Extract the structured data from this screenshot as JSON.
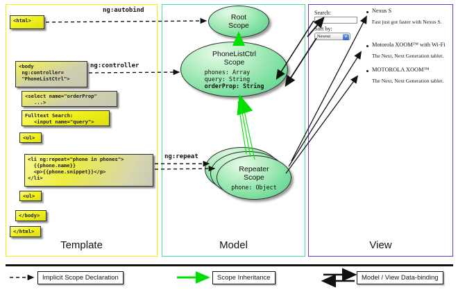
{
  "columns": [
    {
      "key": "template",
      "label": "Template",
      "color": "#f2f20a"
    },
    {
      "key": "model",
      "label": "Model",
      "color": "#45e0a0"
    },
    {
      "key": "view",
      "label": "View",
      "color": "#6a3ad6"
    }
  ],
  "template": {
    "boxes": [
      {
        "name": "html-open-box",
        "code": "<html>"
      },
      {
        "name": "body-open-box",
        "code": "<body\n ng:controller=\n \"PhoneListCtrl\">"
      },
      {
        "name": "select-box",
        "code": "<select name=\"orderProp\"\n   ...>"
      },
      {
        "name": "fulltext-search-box",
        "code": "Fulltext Search:\n   <input name=\"query\">"
      },
      {
        "name": "ul-open-box",
        "code": "<ul>"
      },
      {
        "name": "li-repeat-box",
        "code": "<li ng:repeat=\"phone in phones\">\n  {{phone.name}}\n  <p>{{phone.snippet}}</p>\n</li>"
      },
      {
        "name": "ul-close-box",
        "code": "<ul>"
      },
      {
        "name": "body-close-box",
        "code": "</body>"
      },
      {
        "name": "html-close-box",
        "code": "</html>"
      }
    ]
  },
  "model": {
    "scopes": [
      {
        "name": "root-scope",
        "title_line1": "Root",
        "title_line2": "Scope",
        "props": []
      },
      {
        "name": "phonelistctrl-scope",
        "title_line1": "PhoneListCtrl",
        "title_line2": "Scope",
        "props": [
          {
            "text": "phones: Array",
            "bold": false
          },
          {
            "text": "query: String",
            "bold": false
          },
          {
            "text": "orderProp: String",
            "bold": true
          }
        ]
      },
      {
        "name": "repeater-scope",
        "title_line1": "Repeater",
        "title_line2": "Scope",
        "props": [
          {
            "text": "phone: Object",
            "bold": false
          }
        ]
      }
    ]
  },
  "edge_labels": [
    {
      "name": "ng-autobind-label",
      "text": "ng:autobind"
    },
    {
      "name": "ng-controller-label",
      "text": "ng:controller"
    },
    {
      "name": "ng-repeat-label",
      "text": "ng:repeat"
    }
  ],
  "view": {
    "search_label": "Search:",
    "search_value": "",
    "search_placeholder": "",
    "sort_label": "Sort by:",
    "sort_selected": "Newest",
    "sort_options": [
      "Newest"
    ],
    "phones": [
      {
        "name": "Nexus S",
        "snippet": "Fast just got faster with Nexus S."
      },
      {
        "name": "Motorola XOOM™  with Wi-Fi",
        "snippet": "The Next, Next Generation tablet."
      },
      {
        "name": "MOTOROLA XOOM™",
        "snippet": "The Next, Next Generation tablet."
      }
    ]
  },
  "legend": [
    {
      "name": "legend-implicit-scope",
      "label": "Implicit Scope Declaration",
      "style": "dashed-arrow",
      "color": "#111111"
    },
    {
      "name": "legend-scope-inheritance",
      "label": "Scope Inheritance",
      "style": "green-arrow",
      "color": "#00e000"
    },
    {
      "name": "legend-data-binding",
      "label": "Model / View Data-binding",
      "style": "double-arrow",
      "color": "#111111"
    }
  ]
}
